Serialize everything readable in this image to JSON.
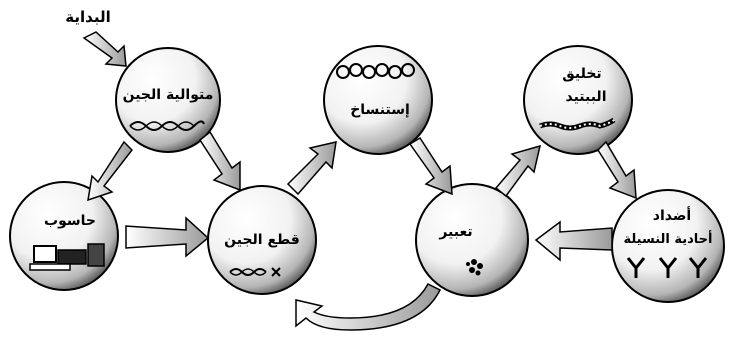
{
  "start_label": "البداية",
  "nodes": {
    "gene_sequence": {
      "label": "متوالية الجين",
      "icon": "dna-strand-icon"
    },
    "computer": {
      "label": "حاسوب",
      "icon": "computer-icon"
    },
    "gene_cut": {
      "label": "قطع الجين",
      "icon": "dna-fragment-icon"
    },
    "cloning": {
      "label": "إستنساخ",
      "icon": "plasmid-rings-icon"
    },
    "expression": {
      "label": "تعبير",
      "icon": "cell-cluster-icon"
    },
    "peptide_synthesis": {
      "label_line1": "تخليق",
      "label_line2": "الببتيد",
      "icon": "peptide-chain-icon"
    },
    "monoclonal_antibodies": {
      "label_line1": "أضداد",
      "label_line2": "أحادية النسيلة",
      "icon": "antibody-icon"
    }
  }
}
